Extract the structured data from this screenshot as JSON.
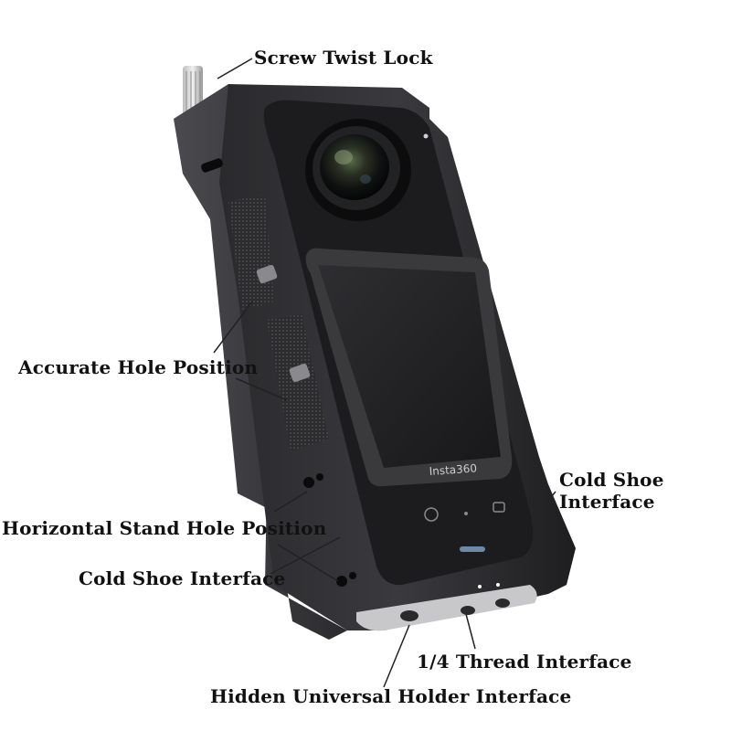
{
  "labels": {
    "screw_twist_lock": "Screw Twist Lock",
    "accurate_hole_position": "Accurate Hole Position",
    "cold_shoe_interface_right_line1": "Cold Shoe",
    "cold_shoe_interface_right_line2": "Interface",
    "horizontal_stand_hole_position": "Horizontal Stand Hole Position",
    "cold_shoe_interface_left": "Cold Shoe Interface",
    "quarter_thread_interface": "1/4 Thread Interface",
    "hidden_universal_holder_interface": "Hidden Universal Holder Interface"
  },
  "camera": {
    "brand_text": "Insta360"
  },
  "icons": {
    "shutter_button": "circle-button-icon",
    "mode_button": "mode-switch-icon"
  }
}
